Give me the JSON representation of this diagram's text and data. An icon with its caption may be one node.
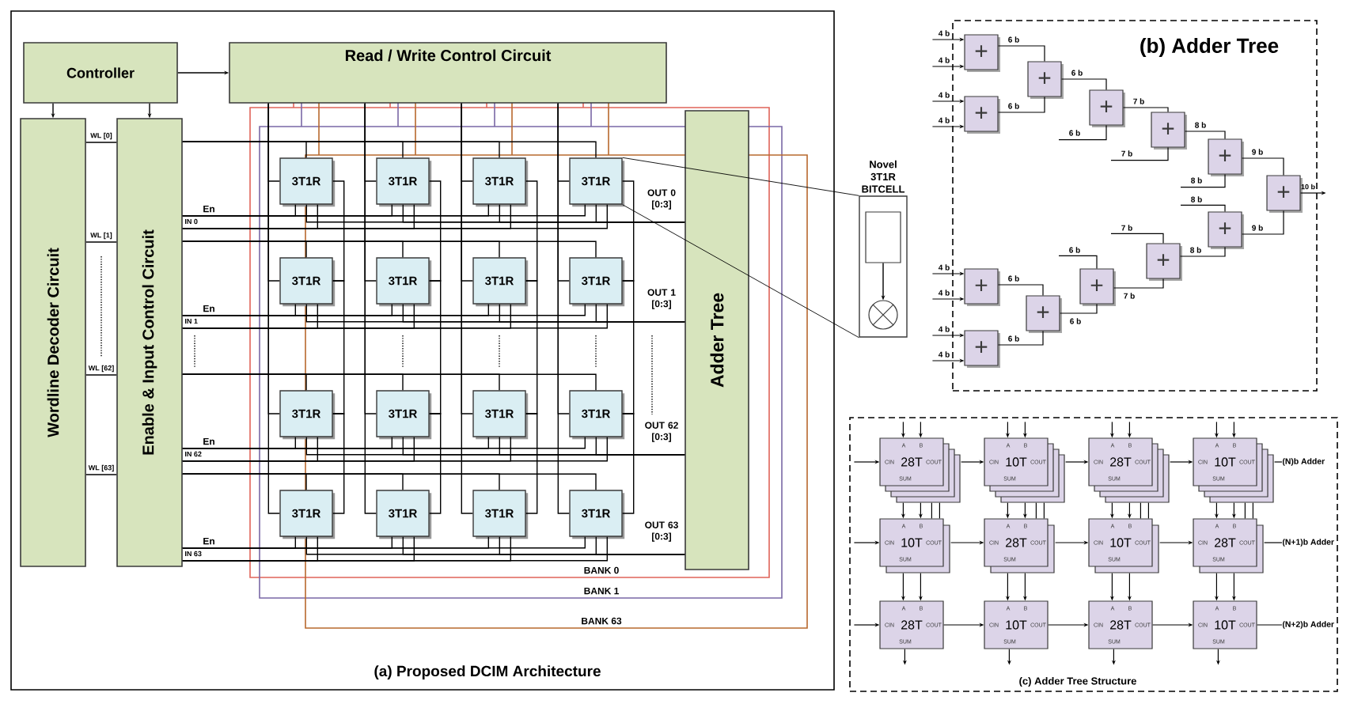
{
  "diagram": {
    "nodes": [
      {
        "text": [
          "(a) Proposed DCIM Architecture"
        ]
      },
      {
        "text": [
          "Controller"
        ],
        "in": 0
      },
      {
        "text": [
          "Read / Write Control Circuit"
        ],
        "in": 0
      },
      {
        "text": [
          "Wordline Decoder Circuit"
        ],
        "in": 0
      },
      {
        "text": [
          "Enable & Input Control Circuit"
        ],
        "in": 0
      },
      {
        "text": [
          "3T1R"
        ],
        "in": 0
      },
      {
        "text": [
          "3T1R"
        ],
        "in": 0
      },
      {
        "text": [
          "3T1R"
        ],
        "in": 0
      },
      {
        "text": [
          "3T1R"
        ],
        "in": 0
      },
      {
        "text": [
          "3T1R"
        ],
        "in": 0
      },
      {
        "text": [
          "3T1R"
        ],
        "in": 0
      },
      {
        "text": [
          "3T1R"
        ],
        "in": 0
      },
      {
        "text": [
          "3T1R"
        ],
        "in": 0
      },
      {
        "text": [
          "3T1R"
        ],
        "in": 0
      },
      {
        "text": [
          "3T1R"
        ],
        "in": 0
      },
      {
        "text": [
          "3T1R"
        ],
        "in": 0
      },
      {
        "text": [
          "3T1R"
        ],
        "in": 0
      },
      {
        "text": [
          "3T1R"
        ],
        "in": 0
      },
      {
        "text": [
          "3T1R"
        ],
        "in": 0
      },
      {
        "text": [
          "3T1R"
        ],
        "in": 0
      },
      {
        "text": [
          "3T1R"
        ],
        "in": 0
      },
      {
        "text": [
          "Adder Tree"
        ],
        "in": 0
      },
      {
        "text": [
          "Novel 3T1R BITCELL"
        ]
      },
      {
        "text": [],
        "shape": "box",
        "in": 22
      },
      {
        "text": [],
        "shape": "circle",
        "in": 22
      },
      {
        "text": [
          "(b) Adder Tree"
        ]
      },
      {
        "text": [
          "+"
        ],
        "in": 25
      },
      {
        "text": [
          "+"
        ],
        "in": 25
      },
      {
        "text": [
          "+"
        ],
        "in": 25
      },
      {
        "text": [
          "+"
        ],
        "in": 25
      },
      {
        "text": [
          "+"
        ],
        "in": 25
      },
      {
        "text": [
          "+"
        ],
        "in": 25
      },
      {
        "text": [
          "+"
        ],
        "in": 25
      },
      {
        "text": [
          "+"
        ],
        "in": 25
      },
      {
        "text": [
          "+"
        ],
        "in": 25
      },
      {
        "text": [
          "+"
        ],
        "in": 25
      },
      {
        "text": [
          "+"
        ],
        "in": 25
      },
      {
        "text": [
          "+"
        ],
        "in": 25
      },
      {
        "text": [
          "+"
        ],
        "in": 25
      },
      {
        "text": [
          "(c) Adder Tree Structure"
        ]
      },
      {
        "text": [
          "A",
          "B",
          "CIN",
          "28T",
          "COUT",
          "SUM"
        ],
        "in": 39
      },
      {
        "text": [
          "A",
          "B",
          "CIN",
          "10T",
          "COUT",
          "SUM"
        ],
        "in": 39
      },
      {
        "text": [
          "A",
          "B",
          "CIN",
          "28T",
          "COUT",
          "SUM"
        ],
        "in": 39
      },
      {
        "text": [
          "A",
          "B",
          "CIN",
          "10T",
          "COUT",
          "SUM"
        ],
        "in": 39
      },
      {
        "text": [
          "A",
          "B",
          "CIN",
          "10T",
          "COUT",
          "SUM"
        ],
        "in": 39
      },
      {
        "text": [
          "A",
          "B",
          "CIN",
          "28T",
          "COUT",
          "SUM"
        ],
        "in": 39
      },
      {
        "text": [
          "A",
          "B",
          "CIN",
          "10T",
          "COUT",
          "SUM"
        ],
        "in": 39
      },
      {
        "text": [
          "A",
          "B",
          "CIN",
          "28T",
          "COUT",
          "SUM"
        ],
        "in": 39
      },
      {
        "text": [
          "A",
          "B",
          "CIN",
          "28T",
          "COUT",
          "SUM"
        ],
        "in": 39
      },
      {
        "text": [
          "A",
          "B",
          "CIN",
          "10T",
          "COUT",
          "SUM"
        ],
        "in": 39
      },
      {
        "text": [
          "A",
          "B",
          "CIN",
          "28T",
          "COUT",
          "SUM"
        ],
        "in": 39
      },
      {
        "text": [
          "A",
          "B",
          "CIN",
          "10T",
          "COUT",
          "SUM"
        ],
        "in": 39
      },
      {
        "text": [
          "(N)b Adder"
        ],
        "in": 39
      },
      {
        "text": [
          "(N+1)b Adder"
        ],
        "in": 39
      },
      {
        "text": [
          "(N+2)b Adder"
        ],
        "in": 39
      }
    ],
    "edges": [
      {
        "from": 1,
        "to": 2,
        "arrow": "to"
      },
      {
        "from": 1,
        "to": 3,
        "arrow": "to"
      },
      {
        "from": 1,
        "to": 4,
        "arrow": "to"
      },
      {
        "from": 3,
        "to": 4,
        "arrow": "none",
        "label": "WL [0]"
      },
      {
        "from": 3,
        "to": 4,
        "arrow": "none",
        "label": "WL [1]"
      },
      {
        "from": 3,
        "to": 4,
        "arrow": "none",
        "label": "WL [62]"
      },
      {
        "from": 3,
        "to": 4,
        "arrow": "none",
        "label": "WL [63]"
      },
      {
        "from": 4,
        "to": 5,
        "arrow": "none"
      },
      {
        "from": 4,
        "to": 6,
        "arrow": "none"
      },
      {
        "from": 4,
        "to": 7,
        "arrow": "none"
      },
      {
        "from": 4,
        "to": 8,
        "arrow": "none"
      },
      {
        "from": 4,
        "to": 9,
        "arrow": "none"
      },
      {
        "from": 4,
        "to": 10,
        "arrow": "none"
      },
      {
        "from": 4,
        "to": 11,
        "arrow": "none"
      },
      {
        "from": 4,
        "to": 12,
        "arrow": "none"
      },
      {
        "from": 4,
        "to": 13,
        "arrow": "none"
      },
      {
        "from": 4,
        "to": 14,
        "arrow": "none"
      },
      {
        "from": 4,
        "to": 15,
        "arrow": "none"
      },
      {
        "from": 4,
        "to": 16,
        "arrow": "none"
      },
      {
        "from": 4,
        "to": 17,
        "arrow": "none"
      },
      {
        "from": 4,
        "to": 18,
        "arrow": "none"
      },
      {
        "from": 4,
        "to": 19,
        "arrow": "none"
      },
      {
        "from": 4,
        "to": 20,
        "arrow": "none"
      },
      {
        "from": 2,
        "to": 5,
        "arrow": "none"
      },
      {
        "from": 2,
        "to": 9,
        "arrow": "none"
      },
      {
        "from": 2,
        "to": 13,
        "arrow": "none"
      },
      {
        "from": 2,
        "to": 17,
        "arrow": "none"
      },
      {
        "from": 2,
        "to": 6,
        "arrow": "none"
      },
      {
        "from": 2,
        "to": 10,
        "arrow": "none"
      },
      {
        "from": 2,
        "to": 14,
        "arrow": "none"
      },
      {
        "from": 2,
        "to": 18,
        "arrow": "none"
      },
      {
        "from": 2,
        "to": 7,
        "arrow": "none"
      },
      {
        "from": 2,
        "to": 11,
        "arrow": "none"
      },
      {
        "from": 2,
        "to": 15,
        "arrow": "none"
      },
      {
        "from": 2,
        "to": 19,
        "arrow": "none"
      },
      {
        "from": 2,
        "to": 8,
        "arrow": "none"
      },
      {
        "from": 2,
        "to": 12,
        "arrow": "none"
      },
      {
        "from": 2,
        "to": 16,
        "arrow": "none"
      },
      {
        "from": 2,
        "to": 20,
        "arrow": "none"
      },
      {
        "from": 5,
        "to": 21,
        "arrow": "none"
      },
      {
        "from": 6,
        "to": 21,
        "arrow": "none"
      },
      {
        "from": 7,
        "to": 21,
        "arrow": "none"
      },
      {
        "from": 8,
        "to": 21,
        "arrow": "none"
      },
      {
        "from": 9,
        "to": 21,
        "arrow": "none"
      },
      {
        "from": 10,
        "to": 21,
        "arrow": "none"
      },
      {
        "from": 11,
        "to": 21,
        "arrow": "none"
      },
      {
        "from": 12,
        "to": 21,
        "arrow": "none"
      },
      {
        "from": 13,
        "to": 21,
        "arrow": "none"
      },
      {
        "from": 14,
        "to": 21,
        "arrow": "none"
      },
      {
        "from": 15,
        "to": 21,
        "arrow": "none"
      },
      {
        "from": 16,
        "to": 21,
        "arrow": "none"
      },
      {
        "from": 17,
        "to": 21,
        "arrow": "none"
      },
      {
        "from": 18,
        "to": 21,
        "arrow": "none"
      },
      {
        "from": 19,
        "to": 21,
        "arrow": "none"
      },
      {
        "from": 20,
        "to": 21,
        "arrow": "none"
      },
      {
        "from": 8,
        "to": 22,
        "arrow": "none"
      },
      {
        "from": 8,
        "to": 22,
        "arrow": "none"
      },
      {
        "from": 23,
        "to": 24,
        "arrow": "to"
      },
      {
        "from": null,
        "to": 26,
        "arrow": "to",
        "label": "4 b"
      },
      {
        "from": null,
        "to": 26,
        "arrow": "to",
        "label": "4 b"
      },
      {
        "from": null,
        "to": 27,
        "arrow": "to",
        "label": "4 b"
      },
      {
        "from": null,
        "to": 27,
        "arrow": "to",
        "label": "4 b"
      },
      {
        "from": 26,
        "to": 28,
        "arrow": "none",
        "label": "6 b"
      },
      {
        "from": 27,
        "to": 28,
        "arrow": "none",
        "label": "6 b"
      },
      {
        "from": 28,
        "to": 29,
        "arrow": "none",
        "label": "6 b"
      },
      {
        "from": null,
        "to": 29,
        "arrow": "none",
        "label": "6 b"
      },
      {
        "from": 29,
        "to": 30,
        "arrow": "none",
        "label": "7 b"
      },
      {
        "from": null,
        "to": 30,
        "arrow": "none",
        "label": "7 b"
      },
      {
        "from": 30,
        "to": 31,
        "arrow": "none",
        "label": "8 b"
      },
      {
        "from": null,
        "to": 31,
        "arrow": "none",
        "label": "8 b"
      },
      {
        "from": 31,
        "to": 32,
        "arrow": "none",
        "label": "9 b"
      },
      {
        "from": 33,
        "to": 32,
        "arrow": "none",
        "label": "9 b"
      },
      {
        "from": 32,
        "to": null,
        "arrow": "to",
        "label": "10 b"
      },
      {
        "from": null,
        "to": 33,
        "arrow": "none",
        "label": "8 b"
      },
      {
        "from": 34,
        "to": 33,
        "arrow": "none",
        "label": "8 b"
      },
      {
        "from": null,
        "to": 34,
        "arrow": "none",
        "label": "7 b"
      },
      {
        "from": 36,
        "to": 34,
        "arrow": "none",
        "label": "7 b"
      },
      {
        "from": null,
        "to": 36,
        "arrow": "none",
        "label": "6 b"
      },
      {
        "from": 37,
        "to": 36,
        "arrow": "none",
        "label": "6 b"
      },
      {
        "from": 35,
        "to": 37,
        "arrow": "none",
        "label": "6 b"
      },
      {
        "from": 38,
        "to": 37,
        "arrow": "none",
        "label": "6 b"
      },
      {
        "from": null,
        "to": 35,
        "arrow": "to",
        "label": "4 b"
      },
      {
        "from": null,
        "to": 35,
        "arrow": "to",
        "label": "4 b"
      },
      {
        "from": null,
        "to": 38,
        "arrow": "to",
        "label": "4 b"
      },
      {
        "from": null,
        "to": 38,
        "arrow": "to",
        "label": "4 b"
      },
      {
        "from": null,
        "to": 40,
        "arrow": "to"
      },
      {
        "from": 40,
        "to": 41,
        "arrow": "to"
      },
      {
        "from": 41,
        "to": 42,
        "arrow": "to"
      },
      {
        "from": 42,
        "to": 43,
        "arrow": "to"
      },
      {
        "from": 43,
        "to": 52,
        "arrow": "none"
      },
      {
        "from": null,
        "to": 44,
        "arrow": "to"
      },
      {
        "from": 44,
        "to": 45,
        "arrow": "to"
      },
      {
        "from": 45,
        "to": 46,
        "arrow": "to"
      },
      {
        "from": 46,
        "to": 47,
        "arrow": "to"
      },
      {
        "from": 47,
        "to": 53,
        "arrow": "none"
      },
      {
        "from": null,
        "to": 48,
        "arrow": "to"
      },
      {
        "from": 48,
        "to": 49,
        "arrow": "to"
      },
      {
        "from": 49,
        "to": 50,
        "arrow": "to"
      },
      {
        "from": 50,
        "to": 51,
        "arrow": "to"
      },
      {
        "from": 51,
        "to": 54,
        "arrow": "none"
      },
      {
        "from": null,
        "to": 40,
        "arrow": "to"
      },
      {
        "from": null,
        "to": 40,
        "arrow": "to"
      },
      {
        "from": null,
        "to": 41,
        "arrow": "to"
      },
      {
        "from": null,
        "to": 41,
        "arrow": "to"
      },
      {
        "from": null,
        "to": 42,
        "arrow": "to"
      },
      {
        "from": null,
        "to": 42,
        "arrow": "to"
      },
      {
        "from": null,
        "to": 43,
        "arrow": "to"
      },
      {
        "from": null,
        "to": 43,
        "arrow": "to"
      },
      {
        "from": 40,
        "to": 44,
        "arrow": "to"
      },
      {
        "from": 40,
        "to": 44,
        "arrow": "to"
      },
      {
        "from": 40,
        "to": 44,
        "arrow": "none"
      },
      {
        "from": 40,
        "to": 44,
        "arrow": "none"
      },
      {
        "from": 41,
        "to": 45,
        "arrow": "to"
      },
      {
        "from": 41,
        "to": 45,
        "arrow": "to"
      },
      {
        "from": 41,
        "to": 45,
        "arrow": "none"
      },
      {
        "from": 41,
        "to": 45,
        "arrow": "none"
      },
      {
        "from": 42,
        "to": 46,
        "arrow": "to"
      },
      {
        "from": 42,
        "to": 46,
        "arrow": "to"
      },
      {
        "from": 42,
        "to": 46,
        "arrow": "none"
      },
      {
        "from": 42,
        "to": 46,
        "arrow": "none"
      },
      {
        "from": 43,
        "to": 47,
        "arrow": "to"
      },
      {
        "from": 43,
        "to": 47,
        "arrow": "to"
      },
      {
        "from": 43,
        "to": 47,
        "arrow": "none"
      },
      {
        "from": 43,
        "to": 47,
        "arrow": "none"
      },
      {
        "from": 44,
        "to": 48,
        "arrow": "to"
      },
      {
        "from": 44,
        "to": 48,
        "arrow": "to"
      },
      {
        "from": 45,
        "to": 49,
        "arrow": "to"
      },
      {
        "from": 45,
        "to": 49,
        "arrow": "to"
      },
      {
        "from": 46,
        "to": 50,
        "arrow": "to"
      },
      {
        "from": 46,
        "to": 50,
        "arrow": "to"
      },
      {
        "from": 47,
        "to": 51,
        "arrow": "to"
      },
      {
        "from": 47,
        "to": 51,
        "arrow": "to"
      },
      {
        "from": 48,
        "to": null,
        "arrow": "to"
      },
      {
        "from": 49,
        "to": null,
        "arrow": "to"
      },
      {
        "from": 50,
        "to": null,
        "arrow": "to"
      },
      {
        "from": 51,
        "to": null,
        "arrow": "to"
      },
      {
        "from": 4,
        "to": 5,
        "arrow": "none"
      },
      {
        "from": 4,
        "to": 6,
        "arrow": "none"
      },
      {
        "from": 4,
        "to": 7,
        "arrow": "none"
      },
      {
        "from": 4,
        "to": 8,
        "arrow": "none"
      },
      {
        "from": 4,
        "to": 9,
        "arrow": "none"
      },
      {
        "from": 4,
        "to": 10,
        "arrow": "none"
      },
      {
        "from": 4,
        "to": 11,
        "arrow": "none"
      },
      {
        "from": 4,
        "to": 12,
        "arrow": "none"
      },
      {
        "from": 4,
        "to": 13,
        "arrow": "none"
      },
      {
        "from": 4,
        "to": 14,
        "arrow": "none"
      },
      {
        "from": 4,
        "to": 15,
        "arrow": "none"
      },
      {
        "from": 4,
        "to": 16,
        "arrow": "none"
      },
      {
        "from": 4,
        "to": 17,
        "arrow": "none"
      },
      {
        "from": 4,
        "to": 18,
        "arrow": "none"
      },
      {
        "from": 4,
        "to": 19,
        "arrow": "none"
      },
      {
        "from": 4,
        "to": 20,
        "arrow": "none"
      },
      {
        "from": 4,
        "to": 5,
        "arrow": "none"
      },
      {
        "from": 4,
        "to": 6,
        "arrow": "none"
      },
      {
        "from": 4,
        "to": 7,
        "arrow": "none"
      },
      {
        "from": 4,
        "to": 8,
        "arrow": "none"
      },
      {
        "from": 4,
        "to": 9,
        "arrow": "none"
      },
      {
        "from": 4,
        "to": 10,
        "arrow": "none"
      },
      {
        "from": 4,
        "to": 11,
        "arrow": "none"
      },
      {
        "from": 4,
        "to": 12,
        "arrow": "none"
      },
      {
        "from": 4,
        "to": 13,
        "arrow": "none"
      },
      {
        "from": 4,
        "to": 14,
        "arrow": "none"
      },
      {
        "from": 4,
        "to": 15,
        "arrow": "none"
      },
      {
        "from": 4,
        "to": 16,
        "arrow": "none"
      },
      {
        "from": 4,
        "to": 17,
        "arrow": "none"
      },
      {
        "from": 4,
        "to": 18,
        "arrow": "none"
      },
      {
        "from": 4,
        "to": 19,
        "arrow": "none"
      },
      {
        "from": 4,
        "to": 20,
        "arrow": "none"
      },
      {
        "from": 5,
        "to": 9,
        "arrow": "none"
      },
      {
        "from": 9,
        "to": 13,
        "arrow": "none"
      },
      {
        "from": 13,
        "to": 17,
        "arrow": "none"
      },
      {
        "from": 6,
        "to": 10,
        "arrow": "none"
      },
      {
        "from": 10,
        "to": 14,
        "arrow": "none"
      },
      {
        "from": 14,
        "to": 18,
        "arrow": "none"
      },
      {
        "from": 7,
        "to": 11,
        "arrow": "none"
      },
      {
        "from": 11,
        "to": 15,
        "arrow": "none"
      },
      {
        "from": 15,
        "to": 19,
        "arrow": "none"
      },
      {
        "from": 8,
        "to": 12,
        "arrow": "none"
      },
      {
        "from": 12,
        "to": 16,
        "arrow": "none"
      },
      {
        "from": 16,
        "to": 20,
        "arrow": "none"
      }
    ],
    "labels": [
      "En",
      "IN 0",
      "OUT 0 [0:3]",
      "En",
      "IN 1",
      "OUT 1 [0:3]",
      "En",
      "IN 62",
      "OUT 62 [0:3]",
      "En",
      "IN 63",
      "OUT 63 [0:3]",
      "BANK 0",
      "BANK 1",
      "BANK 63"
    ]
  }
}
